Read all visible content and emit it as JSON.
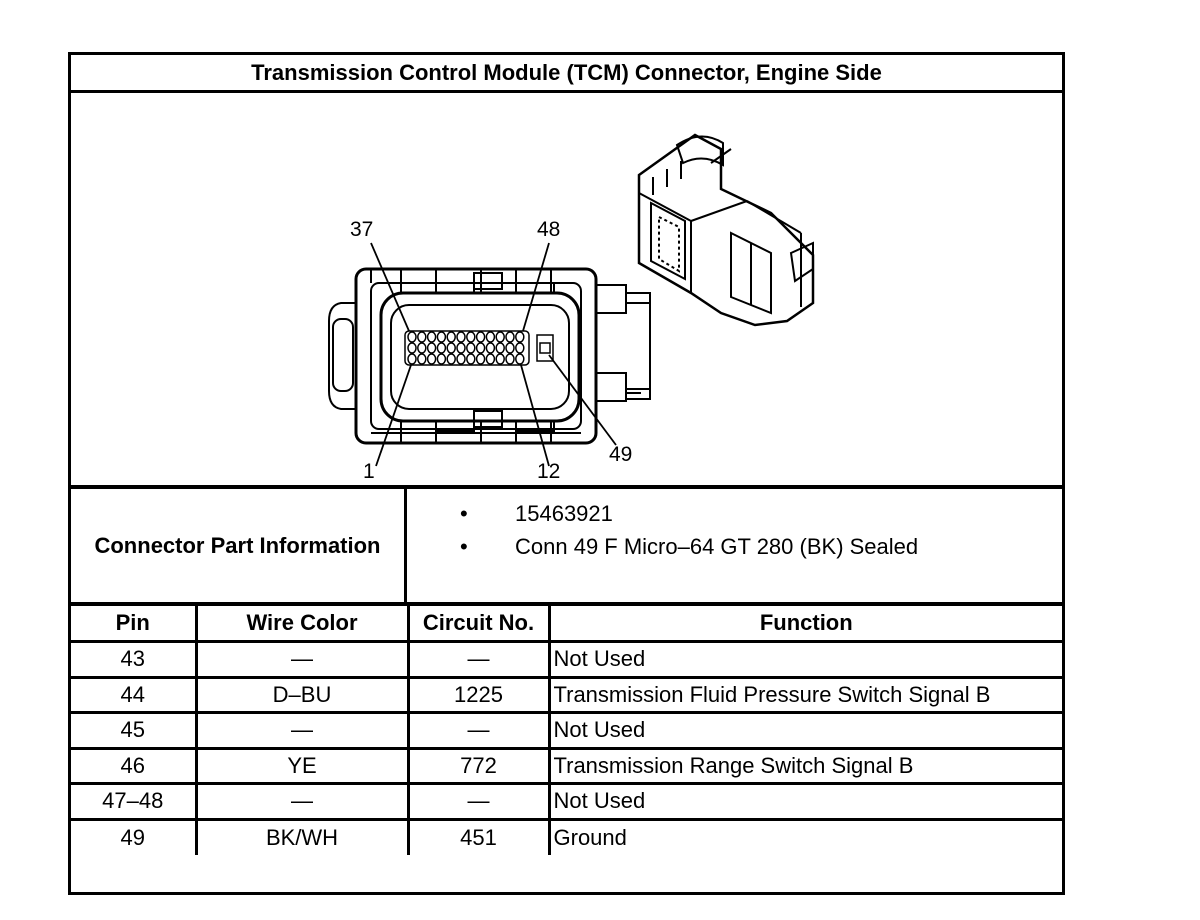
{
  "title": "Transmission Control Module (TCM) Connector, Engine Side",
  "diagram": {
    "pin_labels": [
      "37",
      "48",
      "1",
      "12",
      "49"
    ]
  },
  "connector_info": {
    "label": "Connector Part Information",
    "items": [
      "15463921",
      "Conn 49 F Micro–64 GT 280 (BK) Sealed"
    ],
    "bullet": "•"
  },
  "table": {
    "headers": [
      "Pin",
      "Wire Color",
      "Circuit No.",
      "Function"
    ],
    "rows": [
      [
        "43",
        "—",
        "—",
        "Not Used"
      ],
      [
        "44",
        "D–BU",
        "1225",
        "Transmission Fluid Pressure Switch Signal B"
      ],
      [
        "45",
        "—",
        "—",
        "Not Used"
      ],
      [
        "46",
        "YE",
        "772",
        "Transmission Range Switch Signal B"
      ],
      [
        "47–48",
        "—",
        "—",
        "Not Used"
      ],
      [
        "49",
        "BK/WH",
        "451",
        "Ground"
      ]
    ]
  }
}
